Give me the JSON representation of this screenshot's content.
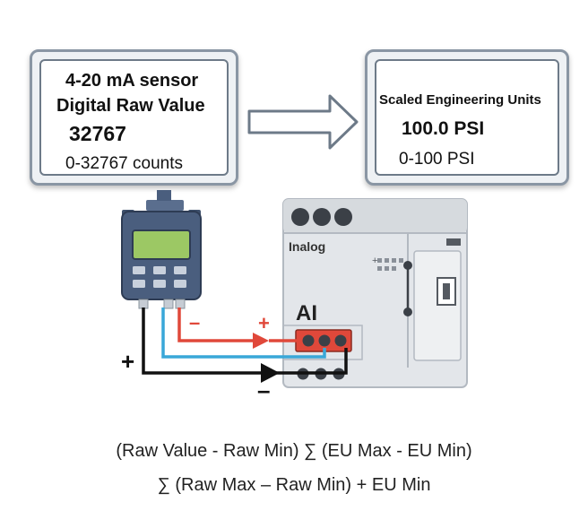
{
  "sensor_panel": {
    "title": "4-20 mA sensor",
    "subtitle": "Digital Raw Value",
    "value": "32767",
    "range": "0-32767 counts"
  },
  "eu_panel": {
    "title": "Scaled Engineering Units",
    "value": "100.0 PSI",
    "range": "0-100 PSI"
  },
  "plc": {
    "brand": "Inalog",
    "input_label": "AI",
    "terminal_label": "+"
  },
  "wiring": {
    "sensor_neg": "–",
    "plc_pos": "+",
    "left_pos": "+",
    "bottom_neg": "–"
  },
  "formula": {
    "line1": "(Raw Value - Raw Min) ∑ (EU Max - EU Min)",
    "line2": "∑ (Raw Max – Raw Min) + EU Min"
  },
  "colors": {
    "wire_red": "#e0483a",
    "wire_blue": "#39a7d8",
    "wire_black": "#111111",
    "device_blue": "#4a5e7e",
    "lcd_green": "#9cc864"
  }
}
